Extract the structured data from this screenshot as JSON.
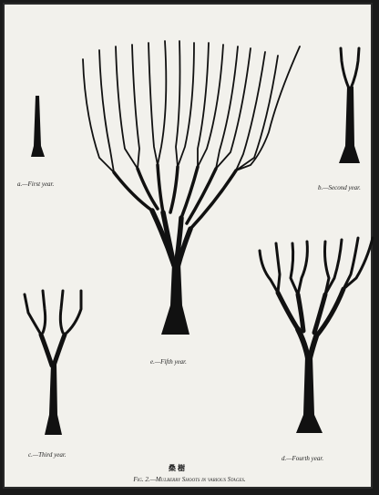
{
  "plate": {
    "captions": {
      "a": "a.—First year.",
      "b": "b.—Second year.",
      "c": "c.—Third year.",
      "d": "d.—Fourth year.",
      "e": "e.—Fifth year."
    },
    "mark": "桑 樹",
    "title": "Fig. 2.—Mulberry Shoots in various Stages."
  },
  "colors": {
    "ink": "#111111",
    "paper": "#f2f1ec",
    "frame": "#1a1a1a"
  }
}
